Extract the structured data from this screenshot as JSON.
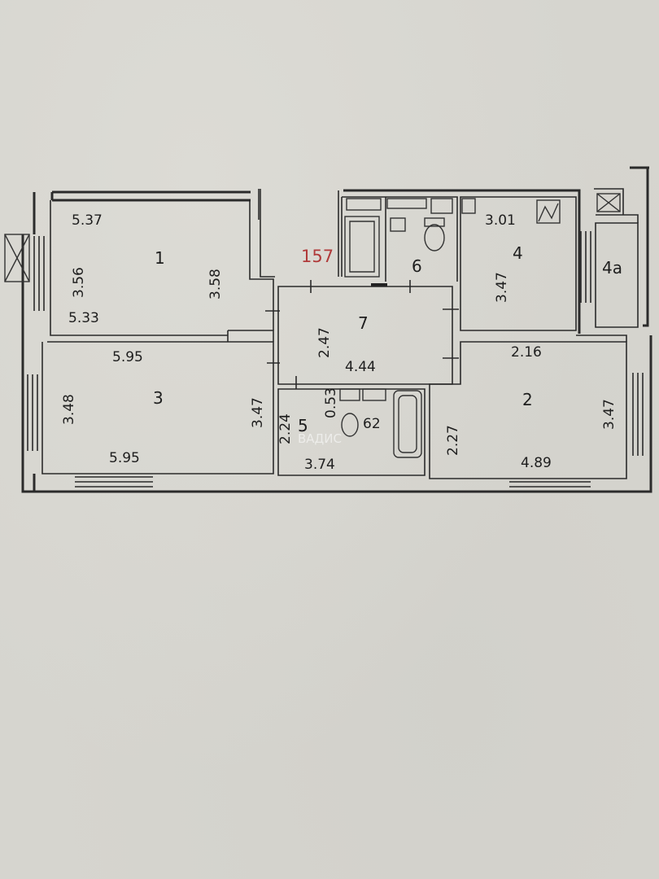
{
  "total_area": "157",
  "watermark": "ВАДИС",
  "rooms": [
    {
      "id": "1",
      "label": "1"
    },
    {
      "id": "2",
      "label": "2"
    },
    {
      "id": "3",
      "label": "3"
    },
    {
      "id": "4",
      "label": "4"
    },
    {
      "id": "4a",
      "label": "4а"
    },
    {
      "id": "5",
      "label": "5"
    },
    {
      "id": "6",
      "label": "6"
    },
    {
      "id": "7",
      "label": "7"
    }
  ],
  "dimensions": [
    {
      "room": "1",
      "side": "top",
      "text": "5.37"
    },
    {
      "room": "1",
      "side": "left",
      "text": "3.56"
    },
    {
      "room": "1",
      "side": "right",
      "text": "3.58"
    },
    {
      "room": "1",
      "side": "bottom",
      "text": "5.33"
    },
    {
      "room": "3",
      "side": "top",
      "text": "5.95"
    },
    {
      "room": "3",
      "side": "left",
      "text": "3.48"
    },
    {
      "room": "3",
      "side": "right",
      "text": "3.47"
    },
    {
      "room": "3",
      "side": "bottom",
      "text": "5.95"
    },
    {
      "room": "4",
      "side": "top",
      "text": "3.01"
    },
    {
      "room": "4",
      "side": "left",
      "text": "3.47"
    },
    {
      "room": "7",
      "side": "left",
      "text": "2.47"
    },
    {
      "room": "7",
      "side": "bottom",
      "text": "4.44"
    },
    {
      "room": "2",
      "side": "top",
      "text": "2.16"
    },
    {
      "room": "2",
      "side": "left",
      "text": "2.27"
    },
    {
      "room": "2",
      "side": "right",
      "text": "3.47"
    },
    {
      "room": "2",
      "side": "bottom",
      "text": "4.89"
    },
    {
      "room": "5",
      "side": "left",
      "text": "2.24"
    },
    {
      "room": "5",
      "side": "inner",
      "text": "0.53"
    },
    {
      "room": "5",
      "side": "bottom",
      "text": "3.74"
    },
    {
      "room": "5",
      "side": "wc",
      "text": "62"
    }
  ]
}
